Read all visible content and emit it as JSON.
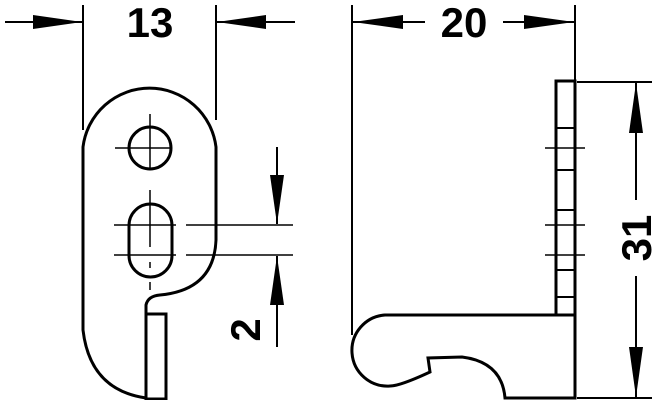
{
  "dimensions": {
    "front_width": "13",
    "slot_offset": "2",
    "side_depth": "20",
    "side_height": "31"
  },
  "colors": {
    "line": "#000000",
    "background": "#ffffff"
  }
}
